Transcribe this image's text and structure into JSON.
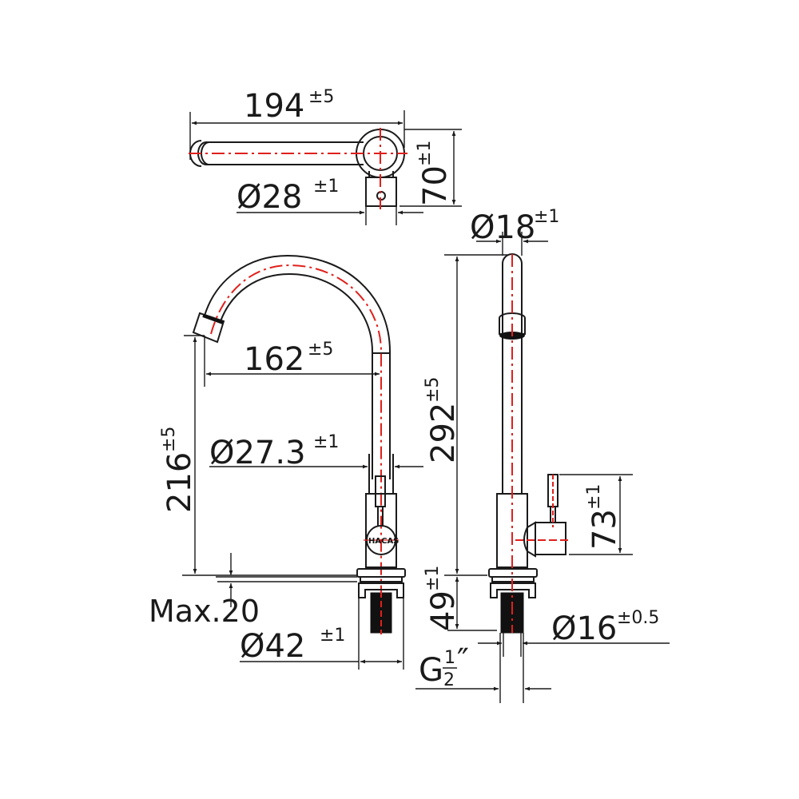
{
  "colors": {
    "line": "#1a1a1a",
    "centerline": "#e0201c",
    "background": "#ffffff"
  },
  "top_view": {
    "length": {
      "value": "194",
      "tolerance": "±5"
    },
    "diameter": {
      "value": "Ø28",
      "tolerance": "±1"
    },
    "height": {
      "value": "70",
      "tolerance": "±1"
    }
  },
  "front_view": {
    "reach": {
      "value": "162",
      "tolerance": "±5"
    },
    "spout_height": {
      "value": "216",
      "tolerance": "±5"
    },
    "body_diameter": {
      "value": "Ø27.3",
      "tolerance": "±1"
    },
    "deck_thickness": {
      "label": "Max.20"
    },
    "base_diameter": {
      "value": "Ø42",
      "tolerance": "±1"
    },
    "logo": "HACAS"
  },
  "side_view": {
    "spout_diameter": {
      "value": "Ø18",
      "tolerance": "±1"
    },
    "total_height": {
      "value": "292",
      "tolerance": "±5"
    },
    "handle_height": {
      "value": "73",
      "tolerance": "±1"
    },
    "shank_length": {
      "value": "49",
      "tolerance": "±1"
    },
    "shank_diameter": {
      "value": "Ø16",
      "tolerance": "±0.5"
    },
    "thread": {
      "prefix": "G",
      "numerator": "1",
      "denominator": "2",
      "suffix": "″"
    }
  }
}
